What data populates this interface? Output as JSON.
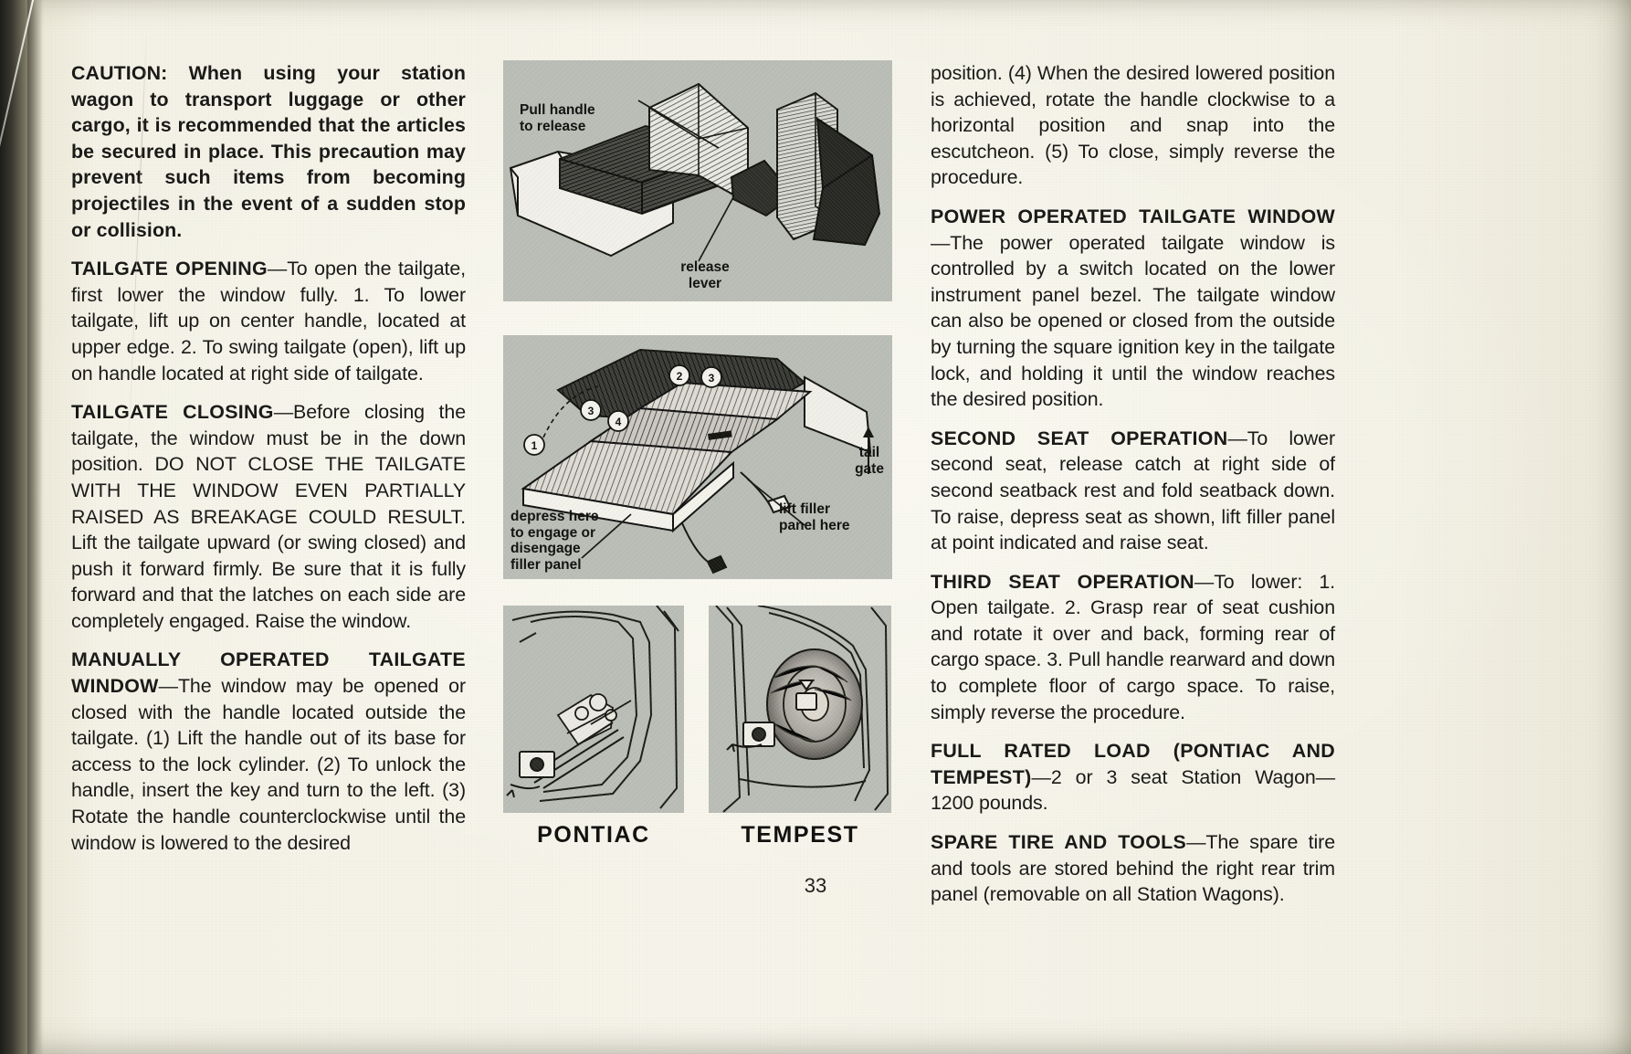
{
  "page": {
    "number": "33",
    "paper_color": "#f3f1e4",
    "ink_color": "#1a1a18",
    "panel_color": "#b9bdb6"
  },
  "left_column": {
    "paragraphs": [
      {
        "id": "caution",
        "style": "caution",
        "text": "CAUTION: When using your station wagon to transport luggage or other cargo, it is recommended that the articles be secured in place. This precaution may prevent such items from becoming projectiles in the event of a sudden stop or collision."
      },
      {
        "id": "tailgate-opening",
        "heading": "TAILGATE OPENING",
        "text": "—To open the tailgate, first lower the window fully. 1. To lower tailgate, lift up on center handle, located at upper edge. 2. To swing tailgate (open), lift up on handle located at right side of tailgate."
      },
      {
        "id": "tailgate-closing",
        "heading": "TAILGATE CLOSING",
        "text": "—Before closing the tailgate, the window must be in the down position. DO NOT CLOSE THE TAILGATE WITH THE WINDOW EVEN PARTIALLY RAISED AS BREAKAGE COULD RESULT. Lift the tailgate upward (or swing closed) and push it forward firmly. Be sure that it is fully forward and that the latches on each side are completely engaged. Raise the window."
      },
      {
        "id": "manual-tailgate-window",
        "heading": "MANUALLY OPERATED TAILGATE WINDOW",
        "text": "—The window may be opened or closed with the handle located outside the tailgate. (1) Lift the handle out of its base for access to the lock cylinder. (2) To unlock the handle, insert the key and turn to the left. (3) Rotate the handle counterclockwise until the window is lowered to the desired"
      }
    ]
  },
  "right_column": {
    "paragraphs": [
      {
        "id": "continuation",
        "text": "position. (4) When the desired lowered position is achieved, rotate the handle clockwise to a horizontal position and snap into the escutcheon. (5) To close, simply reverse the procedure."
      },
      {
        "id": "power-tailgate-window",
        "heading": "POWER OPERATED TAILGATE WINDOW",
        "text": "—The power operated tailgate window is controlled by a switch located on the lower instrument panel bezel. The tailgate window can also be opened or closed from the outside by turning the square ignition key in the tailgate lock, and holding it until the window reaches the desired position."
      },
      {
        "id": "second-seat-operation",
        "heading": "SECOND SEAT OPERATION",
        "text": "—To lower second seat, release catch at right side of second seatback rest and fold seatback down. To raise, depress seat as shown, lift filler panel at point indicated and raise seat."
      },
      {
        "id": "third-seat-operation",
        "heading": "THIRD SEAT OPERATION",
        "text": "—To lower: 1. Open tailgate. 2. Grasp rear of seat cushion and rotate it over and back, forming rear of cargo space. 3. Pull handle rearward and down to complete floor of cargo space. To raise, simply reverse the procedure."
      },
      {
        "id": "full-rated-load",
        "heading": "FULL RATED LOAD (PONTIAC AND TEMPEST)",
        "text": "—2 or 3 seat Station Wagon—1200 pounds."
      },
      {
        "id": "spare-tire-and-tools",
        "heading": "SPARE TIRE AND TOOLS",
        "text": "—The spare tire and tools are stored behind the right rear trim panel (removable on all Station Wagons)."
      }
    ]
  },
  "figures": {
    "fig1": {
      "name": "seat-fold-illustration",
      "labels": {
        "pull_handle": "Pull handle\nto release",
        "release_lever": "release\nlever"
      }
    },
    "fig2": {
      "name": "cargo-floor-illustration",
      "labels": {
        "depress_here": "depress here\nto engage or\ndisengage\nfiller panel",
        "lift_filler": "lift filler\npanel here",
        "tail_gate": "tail\ngate"
      },
      "callouts": [
        "1",
        "2",
        "3",
        "4"
      ]
    },
    "fig3": {
      "name": "pontiac-spare-tire-illustration",
      "caption": "PONTIAC"
    },
    "fig4": {
      "name": "tempest-spare-tire-illustration",
      "caption": "TEMPEST"
    }
  }
}
